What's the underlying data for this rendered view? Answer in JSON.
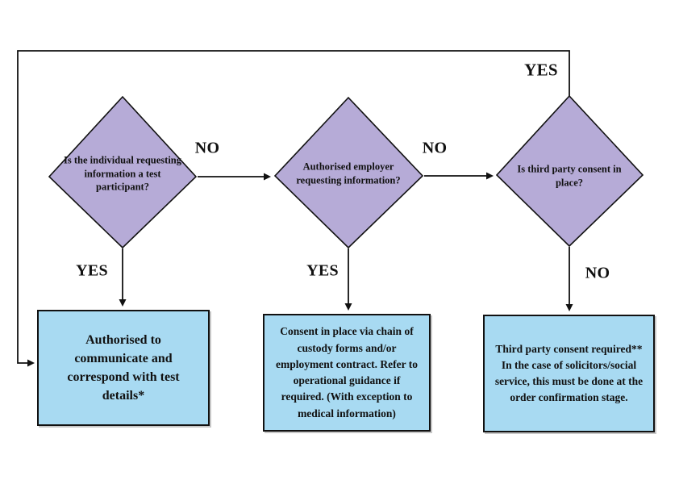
{
  "colors": {
    "background": "#ffffff",
    "diamond-fill": "#b6abd7",
    "diamond-border": "#111111",
    "box-fill": "#a8daf2",
    "box-border": "#111111",
    "line": "#111111",
    "text": "#111111"
  },
  "decisions": [
    {
      "question": "Is the individual requesting information a test participant?"
    },
    {
      "question": "Authorised employer requesting information?"
    },
    {
      "question": "Is third party consent in place?"
    }
  ],
  "outcomes": [
    {
      "text": "Authorised to communicate and correspond with test details*"
    },
    {
      "text": "Consent in place via chain of custody forms and/or employment contract. Refer to operational guidance if required. (With exception to medical information)"
    },
    {
      "text": "Third party consent required** In the case of solicitors/social service, this must be done at the order confirmation stage."
    }
  ],
  "edges": {
    "d1_to_d2": "NO",
    "d2_to_d3": "NO",
    "d1_to_outcome1": "YES",
    "d2_to_outcome2": "YES",
    "d3_to_outcome3": "NO",
    "d3_loop_to_outcome1": "YES"
  }
}
